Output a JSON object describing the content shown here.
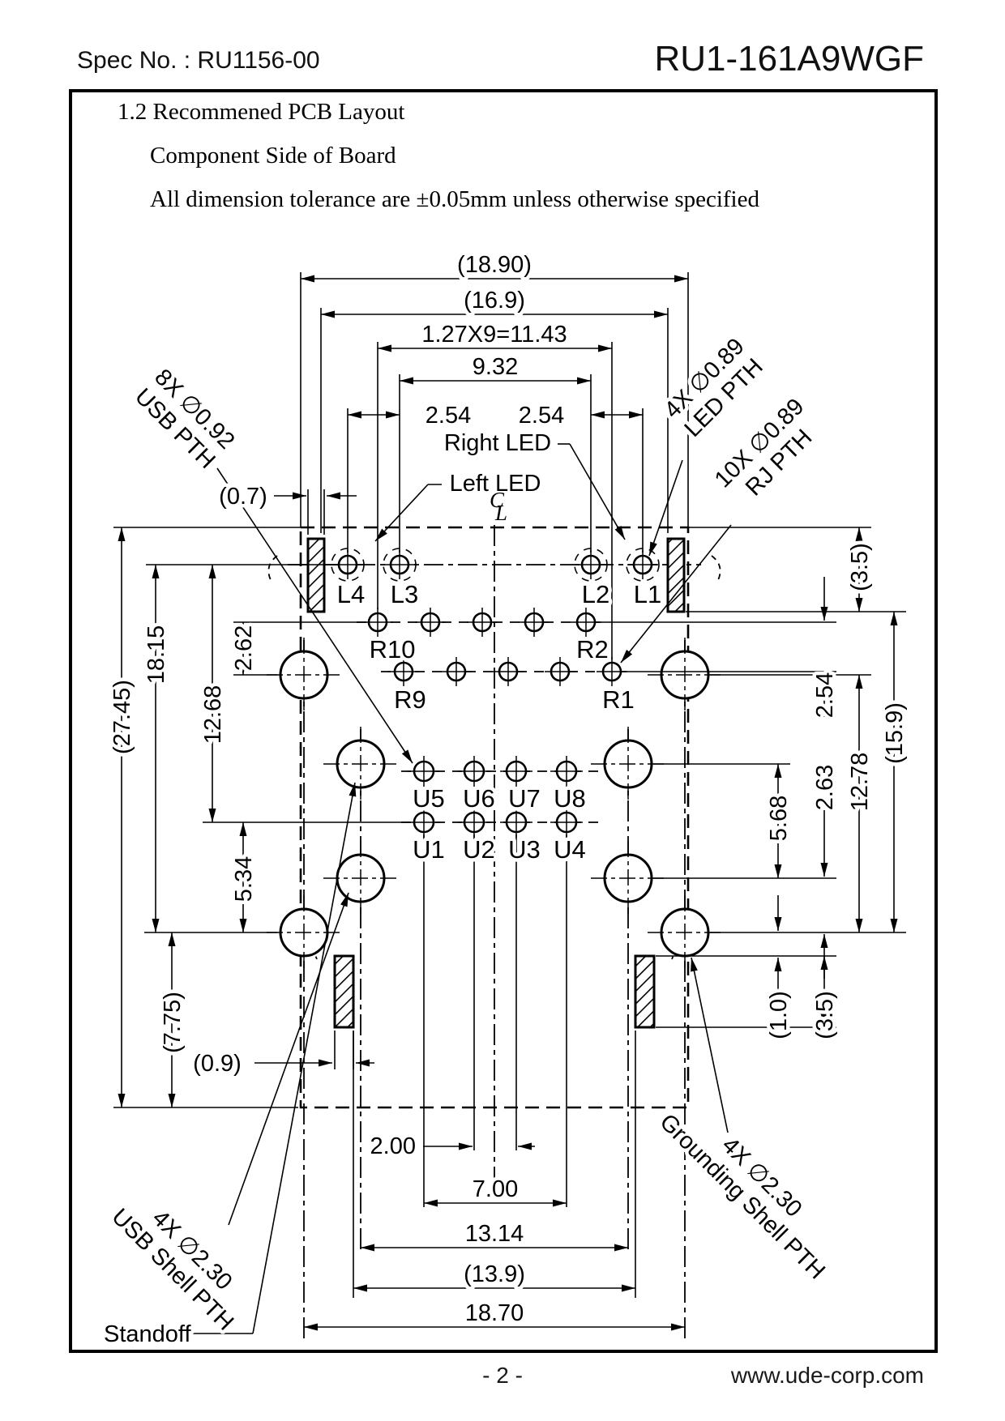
{
  "header": {
    "spec_label": "Spec No. : RU1156-00",
    "part_number": "RU1-161A9WGF"
  },
  "section": {
    "heading": "1.2 Recommened PCB Layout",
    "subtitle": "Component Side of Board",
    "note": "All dimension tolerance are ±0.05mm unless otherwise specified"
  },
  "drawing": {
    "dims": {
      "w1890": "(18.90)",
      "w169": "(16.9)",
      "w1143": "1.27X9=11.43",
      "w932": "9.32",
      "w254l": "2.54",
      "w254r": "2.54",
      "w07": "(0.7)",
      "h2745": "(27.45)",
      "h1815": "18.15",
      "h1268": "12.68",
      "h262": "2.62",
      "h534": "5.34",
      "h775": "(7.75)",
      "w09": "(0.9)",
      "h35t": "(3.5)",
      "h254": "2.54",
      "h1278": "12.78",
      "h159": "(15.9)",
      "h568": "5.68",
      "h263": "2.63",
      "h10": "(1.0)",
      "h35b": "(3.5)",
      "w200": "2.00",
      "w700": "7.00",
      "w1314": "13.14",
      "w139": "(13.9)",
      "w1870": "18.70"
    },
    "callouts": {
      "usb_pth": [
        "8X ∅0.92",
        "USB PTH"
      ],
      "led_pth": [
        "4X ∅0.89",
        "LED PTH"
      ],
      "rj_pth": [
        "10X ∅0.89",
        "RJ PTH"
      ],
      "usb_shell": [
        "4X ∅2.30",
        "USB Shell PTH"
      ],
      "grounding": [
        "4X ∅2.30",
        "Grounding Shell PTH"
      ],
      "standoff": "Standoff",
      "right_led": "Right LED",
      "left_led": "Left LED"
    },
    "holes": {
      "led": [
        "L4",
        "L3",
        "L2",
        "L1"
      ],
      "rj": [
        "R10",
        "R2",
        "R9",
        "R1"
      ],
      "usb_top": [
        "U5",
        "U6",
        "U7",
        "U8"
      ],
      "usb_bottom": [
        "U1",
        "U2",
        "U3",
        "U4"
      ]
    },
    "centerline": {
      "c": "C",
      "l": "L"
    }
  },
  "footer": {
    "page": "- 2 -",
    "site": "www.ude-corp.com"
  }
}
